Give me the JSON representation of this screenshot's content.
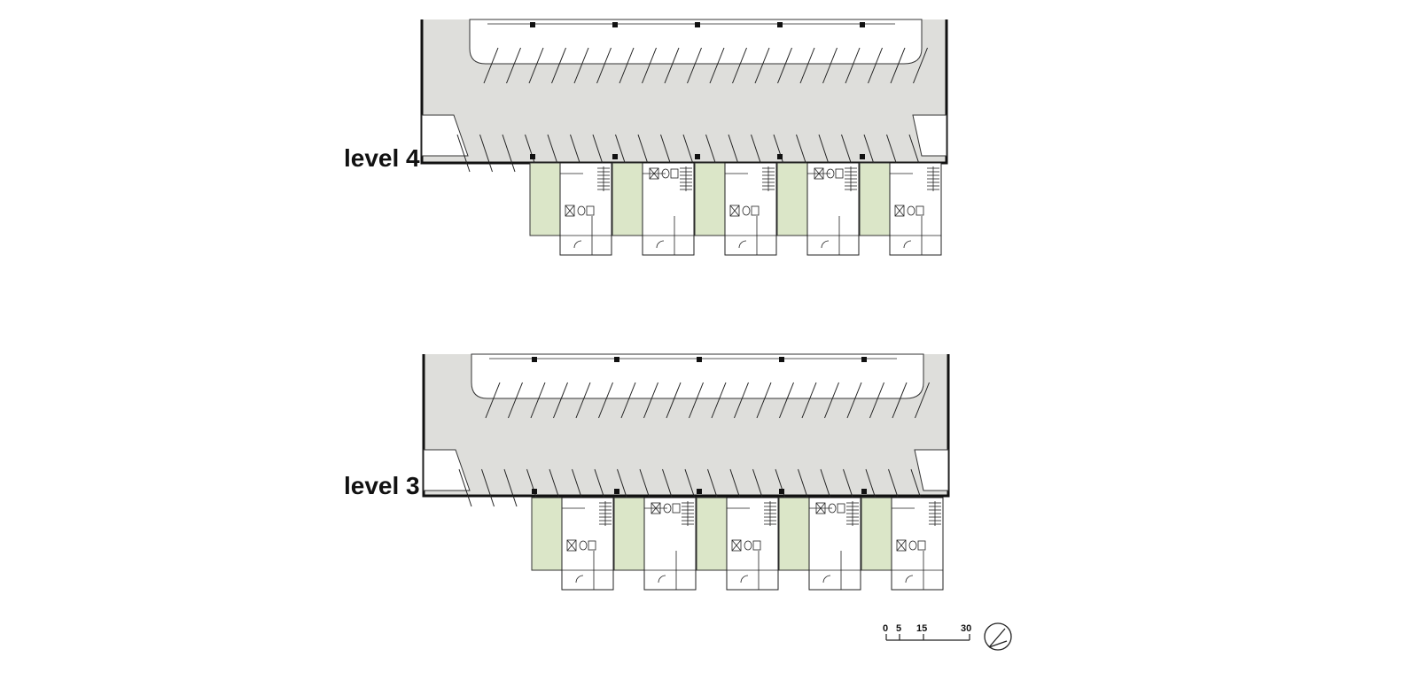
{
  "levels": [
    {
      "id": "level-4",
      "label": "level 4"
    },
    {
      "id": "level-3",
      "label": "level 3"
    }
  ],
  "scale_bar": {
    "ticks": [
      "0",
      "5",
      "15",
      "30"
    ]
  },
  "north_arrow": {
    "icon": "north-arrow-icon"
  },
  "colors": {
    "garage_floor": "#dededb",
    "courtyard": "#dbe6c8",
    "walls": "#222222"
  }
}
